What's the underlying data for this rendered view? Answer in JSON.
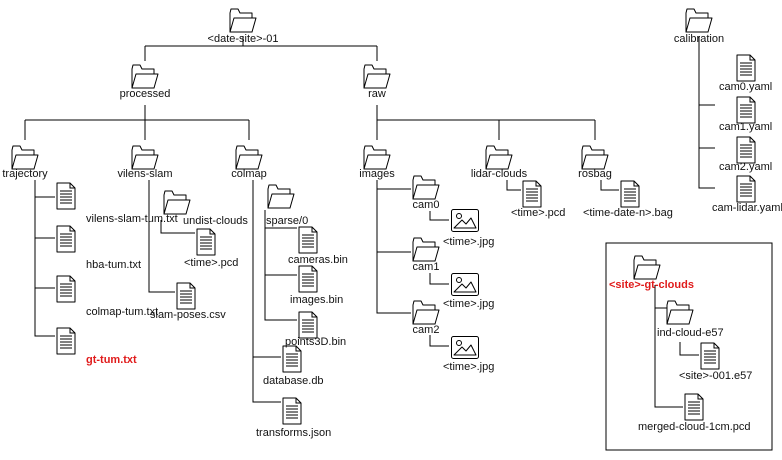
{
  "nodes": {
    "root": "<date-site>-01",
    "processed": "processed",
    "raw": "raw",
    "calibration": "calibration",
    "trajectory": "trajectory",
    "vilens_slam": "vilens-slam",
    "colmap": "colmap",
    "vilens_slam_tum": "vilens-slam-tum.txt",
    "hba_tum": "hba-tum.txt",
    "colmap_tum": "colmap-tum.txt",
    "gt_tum": "gt-tum.txt",
    "undist_clouds": "undist-clouds",
    "undist_pcd": "<time>.pcd",
    "slam_poses": "slam-poses.csv",
    "sparse0": "sparse/0",
    "cameras_bin": "cameras.bin",
    "images_bin": "images.bin",
    "points3d_bin": "points3D.bin",
    "database_db": "database.db",
    "transforms_json": "transforms.json",
    "images": "images",
    "cam0": "cam0",
    "cam0_jpg": "<time>.jpg",
    "cam1": "cam1",
    "cam1_jpg": "<time>.jpg",
    "cam2": "cam2",
    "cam2_jpg": "<time>.jpg",
    "lidar_clouds": "lidar-clouds",
    "lidar_pcd": "<time>.pcd",
    "rosbag": "rosbag",
    "rosbag_bag": "<time-date-n>.bag",
    "cam0_yaml": "cam0.yaml",
    "cam1_yaml": "cam1.yaml",
    "cam2_yaml": "cam2.yaml",
    "cam_lidar_yaml": "cam-lidar.yaml",
    "gt_clouds": "<site>-gt-clouds",
    "ind_cloud": "ind-cloud-e57",
    "site_e57": "<site>-001.e57",
    "merged_cloud": "merged-cloud-1cm.pcd"
  },
  "icons": {
    "folder": "folder-icon",
    "file": "file-icon",
    "image": "image-icon"
  },
  "colors": {
    "line": "#000000",
    "highlight": "#e01b1b"
  }
}
